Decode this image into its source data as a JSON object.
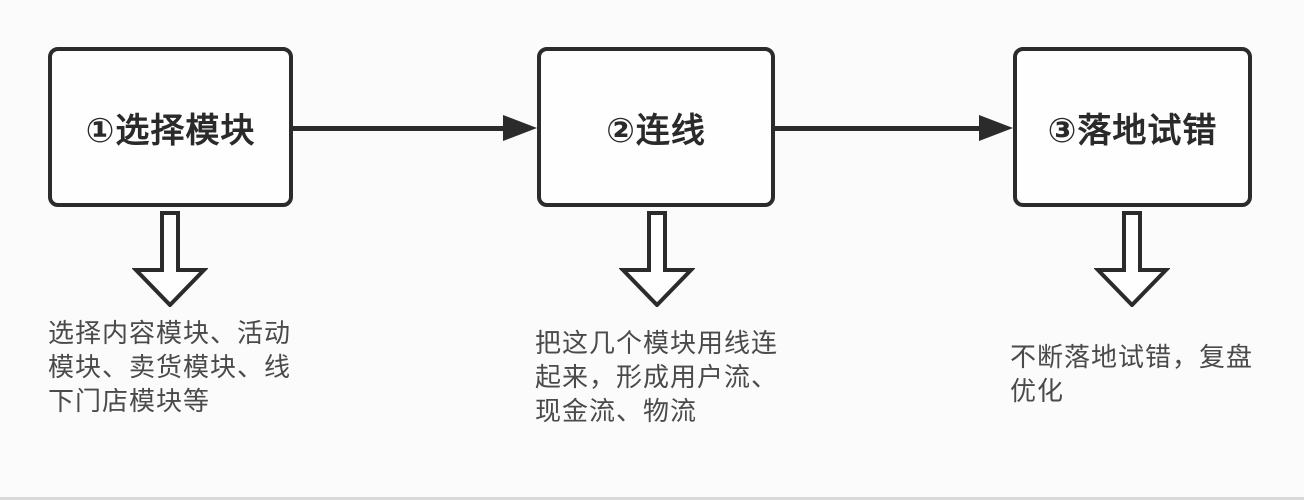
{
  "diagram": {
    "type": "flowchart",
    "direction": "left-to-right",
    "colors": {
      "background": "#fbfbfc",
      "box_background": "#fefefe",
      "line": "#2b2b2b",
      "title_text": "#2a2a2a",
      "description_text": "#4a4a4a"
    },
    "steps": [
      {
        "title": "①选择模块",
        "desc_lines": [
          "选择内容模块、活动",
          "模块、卖货模块、线",
          "下门店模块等"
        ],
        "description": "选择内容模块、活动模块、卖货模块、线下门店模块等"
      },
      {
        "title": "②连线",
        "desc_lines": [
          "把这几个模块用线连",
          "起来，形成用户流、",
          "现金流、物流"
        ],
        "description": "把这几个模块用线连起来，形成用户流、现金流、物流"
      },
      {
        "title": "③落地试错",
        "desc_lines": [
          "不断落地试错，复盘",
          "优化"
        ],
        "description": "不断落地试错，复盘优化"
      }
    ],
    "connectors": [
      {
        "from": "step-1",
        "to": "step-2",
        "style": "solid-arrow-right"
      },
      {
        "from": "step-2",
        "to": "step-3",
        "style": "solid-arrow-right"
      }
    ]
  }
}
